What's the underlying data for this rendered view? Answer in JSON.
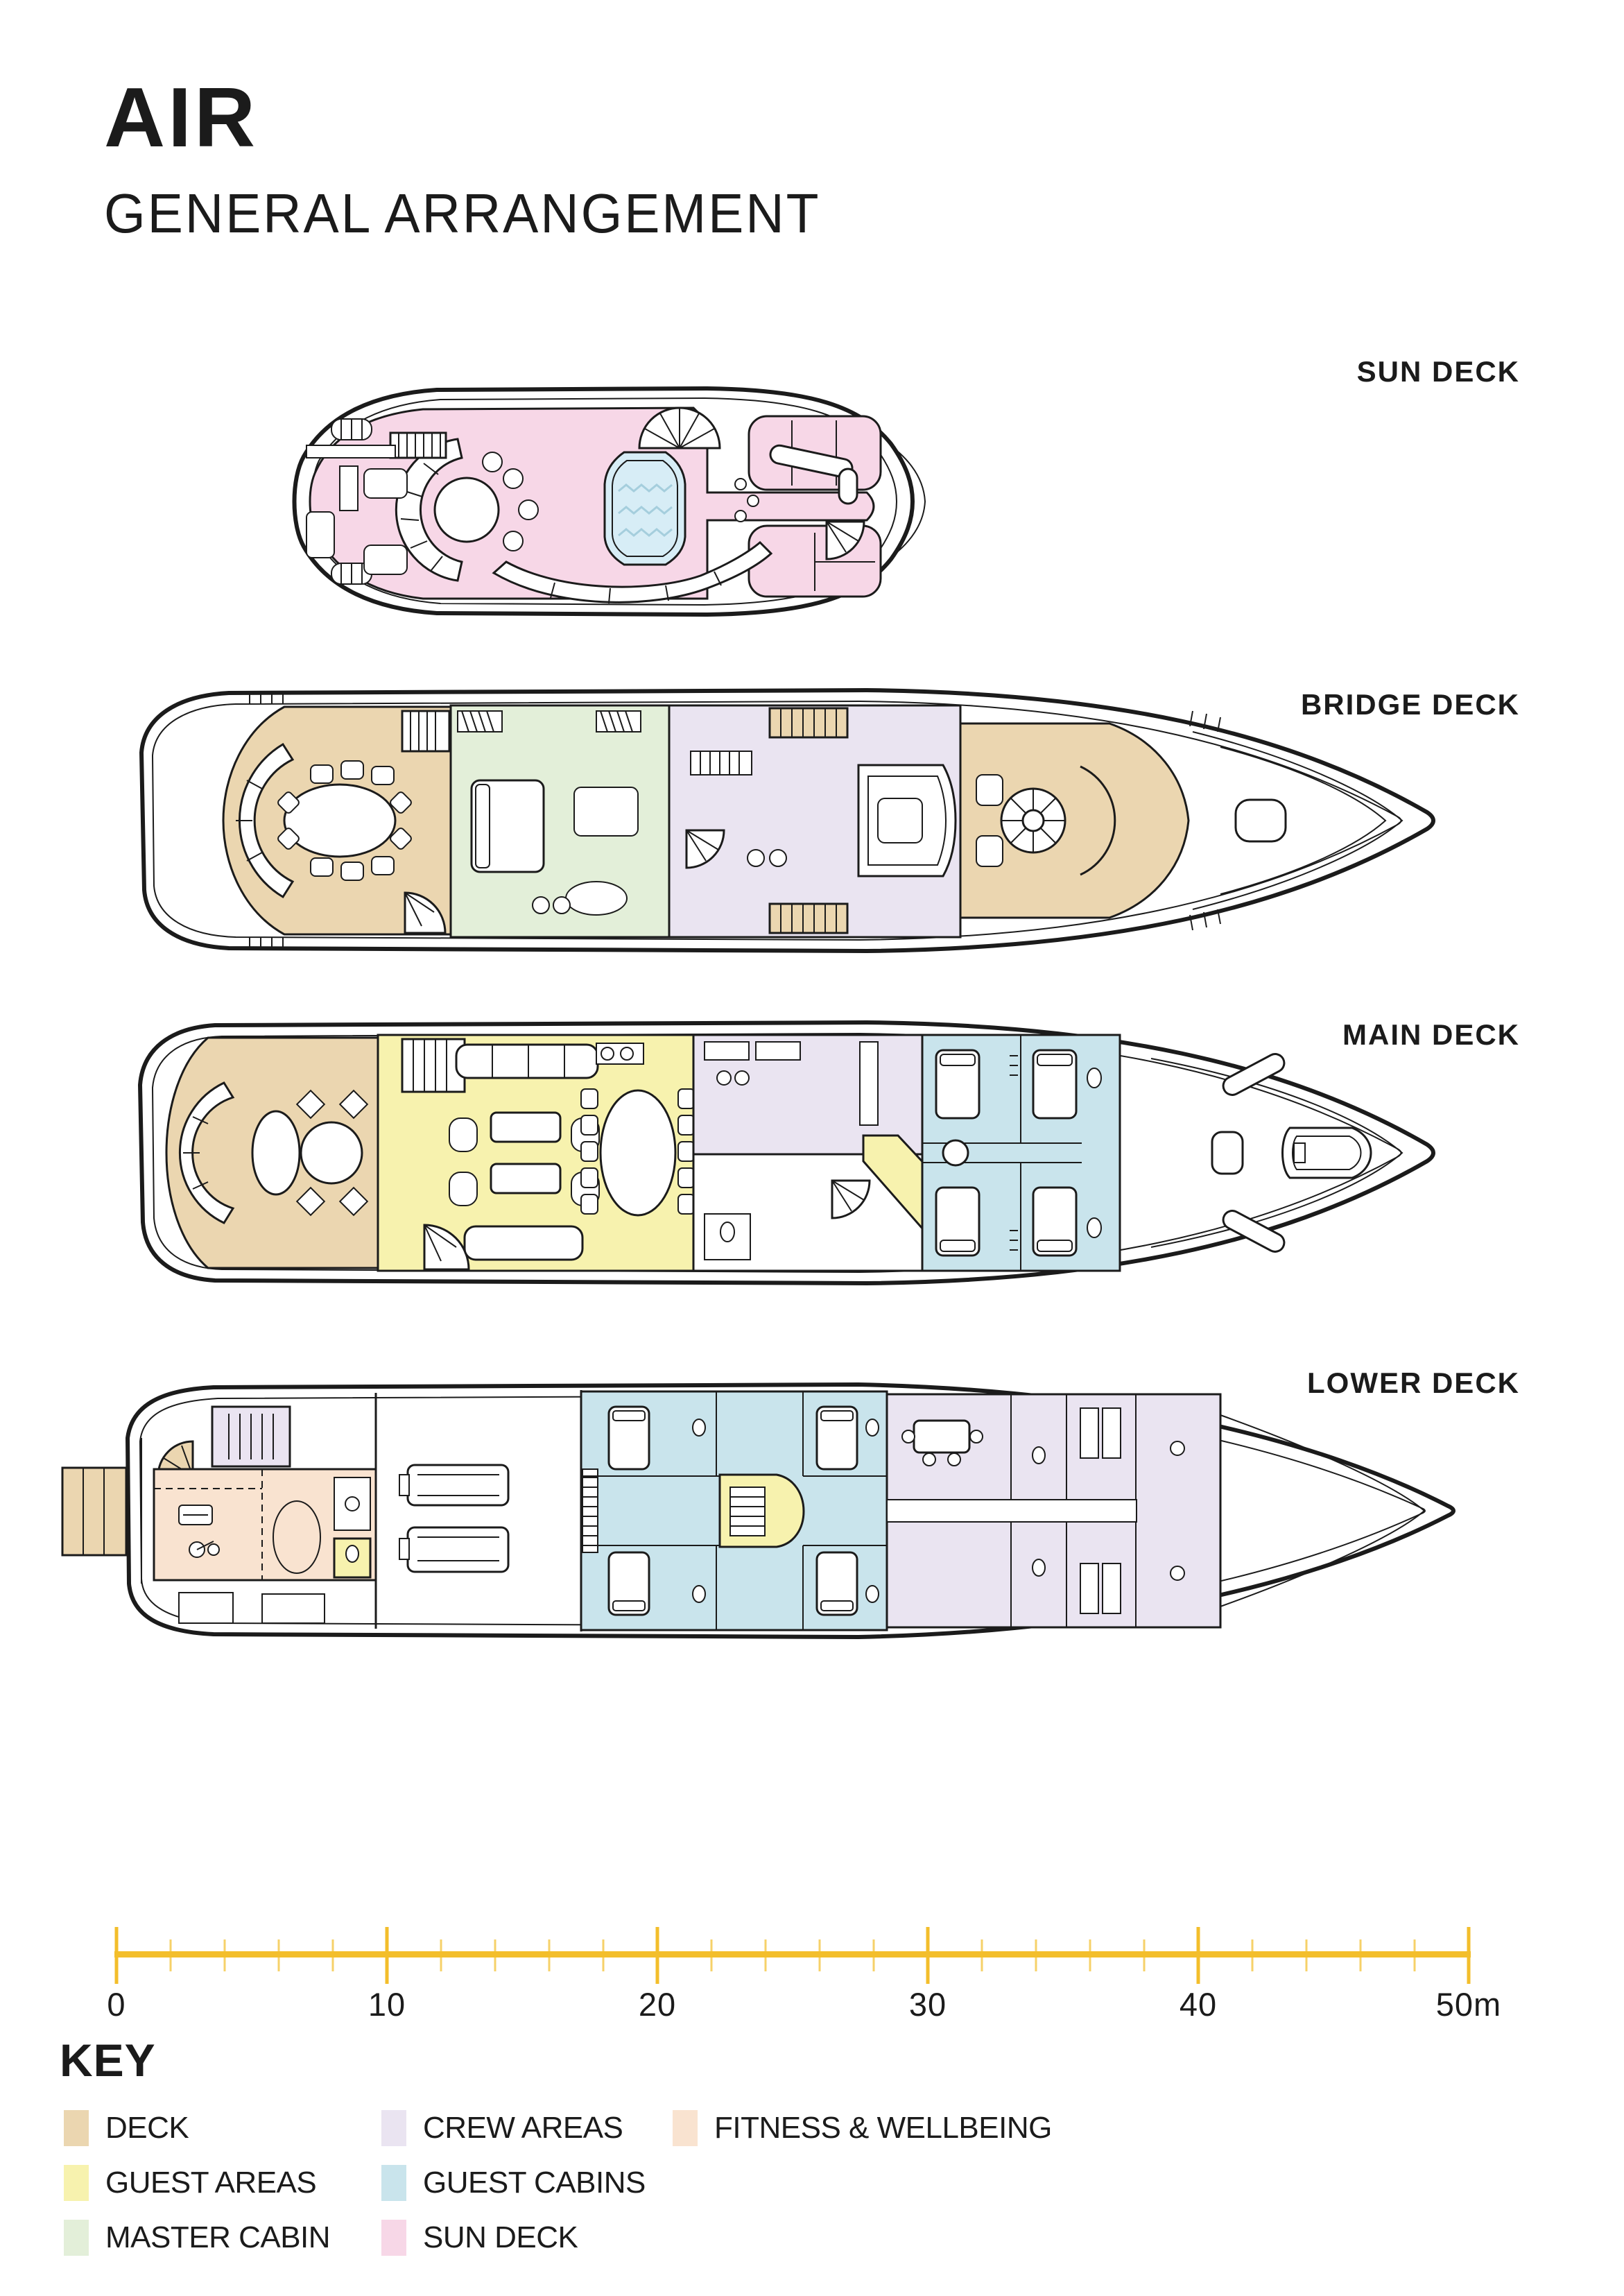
{
  "header": {
    "title": "AIR",
    "subtitle": "GENERAL ARRANGEMENT"
  },
  "decks": [
    {
      "label": "SUN DECK"
    },
    {
      "label": "BRIDGE DECK"
    },
    {
      "label": "MAIN DECK"
    },
    {
      "label": "LOWER DECK"
    }
  ],
  "scale_bar": {
    "color": "#F3BE2B",
    "major_interval_m": 10,
    "minor_interval_m": 2,
    "total_m": 50,
    "labels": [
      "0",
      "10",
      "20",
      "30",
      "40",
      "50m"
    ]
  },
  "key": {
    "title": "KEY",
    "items": [
      {
        "id": "deck",
        "label": "DECK",
        "color": "#EBD6B0"
      },
      {
        "id": "crew",
        "label": "CREW AREAS",
        "color": "#EAE4F1"
      },
      {
        "id": "fitness",
        "label": "FITNESS & WELLBEING",
        "color": "#F9E3D0"
      },
      {
        "id": "guest-areas",
        "label": "GUEST AREAS",
        "color": "#F7F2AE"
      },
      {
        "id": "guest-cabins",
        "label": "GUEST CABINS",
        "color": "#C9E4EC"
      },
      {
        "id": "master",
        "label": "MASTER CABIN",
        "color": "#E3EFD9"
      },
      {
        "id": "sun",
        "label": "SUN DECK",
        "color": "#F7D7E7"
      }
    ]
  },
  "colors": {
    "ink": "#1B1B1B",
    "pool": "#D7EDF6",
    "pool-wave": "#A5CEDD"
  }
}
